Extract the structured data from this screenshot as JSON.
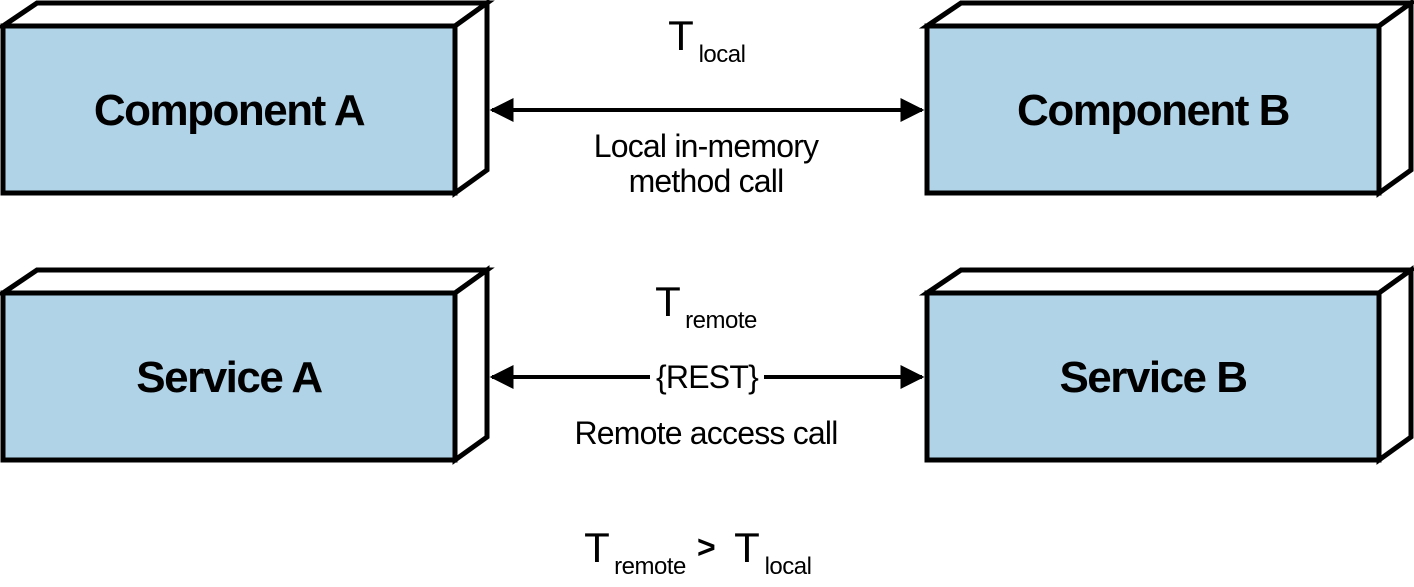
{
  "colors": {
    "box_fill": "#b0d3e8",
    "side_fill": "#ffffff",
    "stroke": "#000000"
  },
  "boxes": {
    "component_a": "Component A",
    "component_b": "Component B",
    "service_a": "Service A",
    "service_b": "Service B"
  },
  "local_link": {
    "time_symbol": "T",
    "time_subscript": "local",
    "description_line1": "Local in-memory",
    "description_line2": "method call"
  },
  "remote_link": {
    "time_symbol": "T",
    "time_subscript": "remote",
    "protocol": "{REST}",
    "description": "Remote access call"
  },
  "inequality": {
    "left_symbol": "T",
    "left_subscript": "remote",
    "operator": ">",
    "right_symbol": "T",
    "right_subscript": "local"
  }
}
